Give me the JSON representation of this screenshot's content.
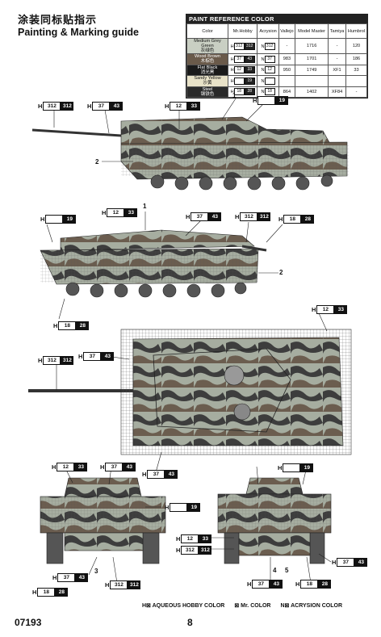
{
  "header": {
    "title_cn": "涂装同标贴指示",
    "title_en": "Painting & Marking guide"
  },
  "paint_table": {
    "title": "PAINT REFERENCE COLOR",
    "columns": [
      "Color",
      "Mr.Hobby",
      "Acrysion",
      "Vallejo",
      "Model Master",
      "Tamiya",
      "Humbrol"
    ],
    "rows": [
      {
        "color": "Medium Grey Green",
        "color_cn": "灰绿色",
        "hobby": "312",
        "hobby2": "312",
        "acrysion": "312",
        "vallejo": "-",
        "model_master": "1716",
        "tamiya": "-",
        "humbrol": "120"
      },
      {
        "color": "Wood Brown",
        "color_cn": "木棕色",
        "hobby": "37",
        "hobby2": "43",
        "acrysion": "37",
        "vallejo": "983",
        "model_master": "1701",
        "tamiya": "-",
        "humbrol": "186"
      },
      {
        "color": "Flat Black",
        "color_cn": "消光黑",
        "hobby": "12",
        "hobby2": "33",
        "acrysion": "12",
        "vallejo": "950",
        "model_master": "1749",
        "tamiya": "XF1",
        "humbrol": "33"
      },
      {
        "color": "Sandy Yellow",
        "color_cn": "沙黄",
        "hobby": "",
        "hobby2": "19",
        "acrysion": "",
        "vallejo": "",
        "model_master": "",
        "tamiya": "",
        "humbrol": ""
      },
      {
        "color": "Steel",
        "color_cn": "钢铁色",
        "hobby": "18",
        "hobby2": "28",
        "acrysion": "18",
        "vallejo": "864",
        "model_master": "1402",
        "tamiya": "XF84",
        "humbrol": "-"
      }
    ],
    "swatch_colors": [
      "#c9cfc3",
      "#6a5a4a",
      "#1a1a1a",
      "#e8e2c8",
      "#2a2a2a"
    ]
  },
  "callouts": {
    "h": "H",
    "n": "N",
    "c312": "312",
    "c37": "37",
    "c43": "43",
    "c12": "12",
    "c33": "33",
    "c19": "19",
    "c18": "18",
    "c28": "28"
  },
  "labels": {
    "one": "1",
    "two": "2",
    "three": "3",
    "four": "4",
    "five": "5"
  },
  "legend": {
    "aqueous": "H⊠ AQUEOUS HOBBY COLOR",
    "mr": "⊠ Mr. COLOR",
    "acrysion": "N⊠ ACRYSION COLOR"
  },
  "footer": {
    "code": "07193",
    "page": "8"
  },
  "colors": {
    "camo_grey": "#a6ada0",
    "camo_dark": "#3d3d3d",
    "camo_brown": "#6b5d4f"
  }
}
